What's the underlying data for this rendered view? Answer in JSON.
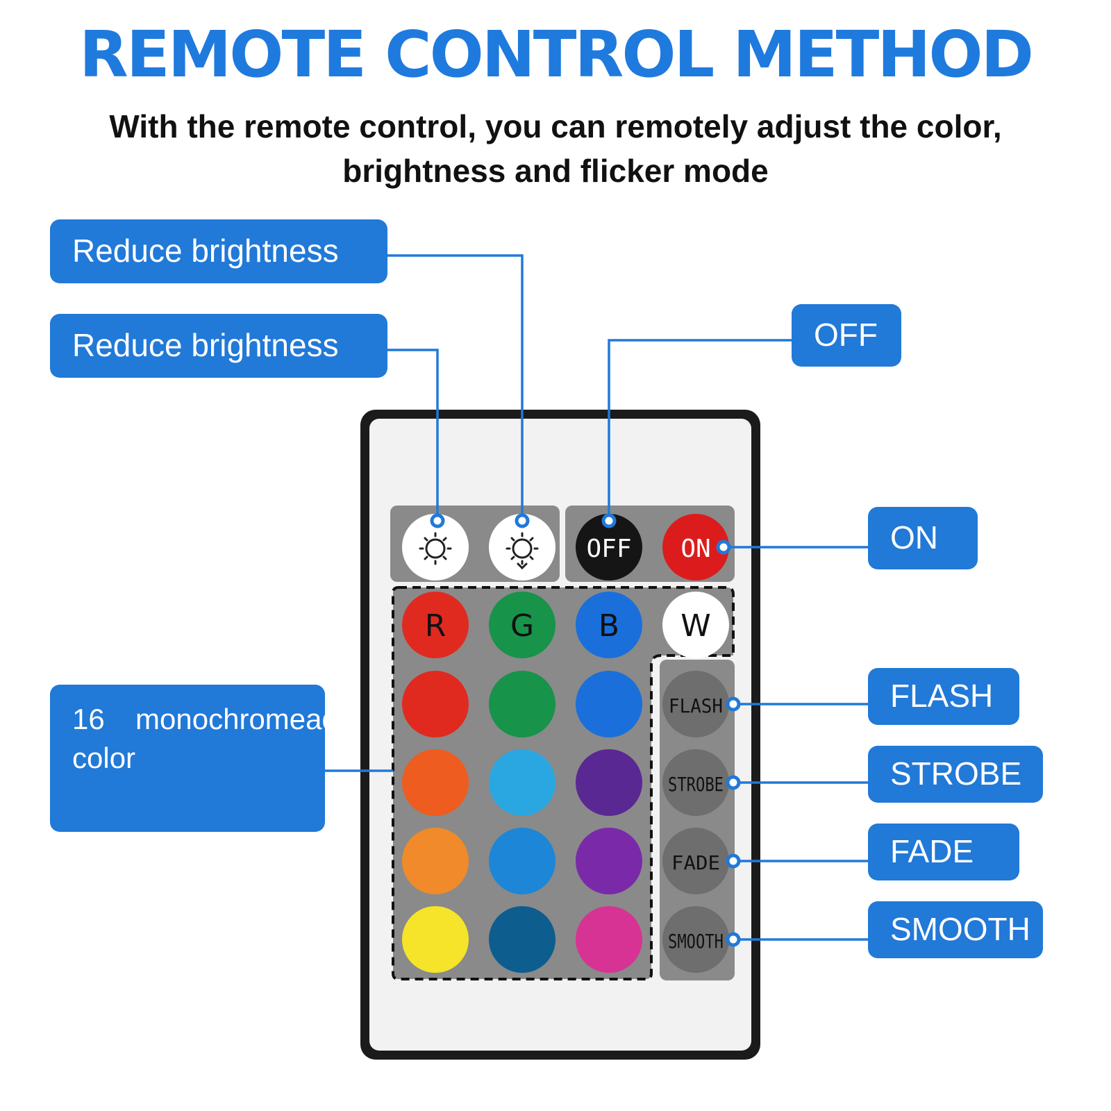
{
  "header": {
    "title": "REMOTE CONTROL METHOD",
    "subtitle_line1": "With the remote control, you can remotely adjust the color,",
    "subtitle_line2": "brightness and flicker mode"
  },
  "callouts": {
    "reduce_top": "Reduce brightness",
    "reduce_bottom": "Reduce brightness",
    "off": "OFF",
    "on": "ON",
    "color": [
      "16 color",
      "monochrome",
      "adjustment"
    ],
    "flash": "FLASH",
    "strobe": "STROBE",
    "fade": "FADE",
    "smooth": "SMOOTH"
  },
  "remote": {
    "off_label": "OFF",
    "on_label": "ON",
    "r_label": "R",
    "g_label": "G",
    "b_label": "B",
    "w_label": "W",
    "flash_label": "FLASH",
    "strobe_label": "STROBE",
    "fade_label": "FADE",
    "smooth_label": "SMOOTH",
    "color_rows": [
      [
        "#e02a20",
        "#17934a",
        "#1b6fdb"
      ],
      [
        "#ee5c20",
        "#2aa7e0",
        "#5a2893"
      ],
      [
        "#f08a2a",
        "#1d86d6",
        "#7a2aa8"
      ],
      [
        "#f5e42a",
        "#0d5d8e",
        "#d63394"
      ]
    ]
  },
  "colors": {
    "accent": "#2179d8",
    "title": "#1f7ade",
    "dot": "#1f7ade"
  }
}
